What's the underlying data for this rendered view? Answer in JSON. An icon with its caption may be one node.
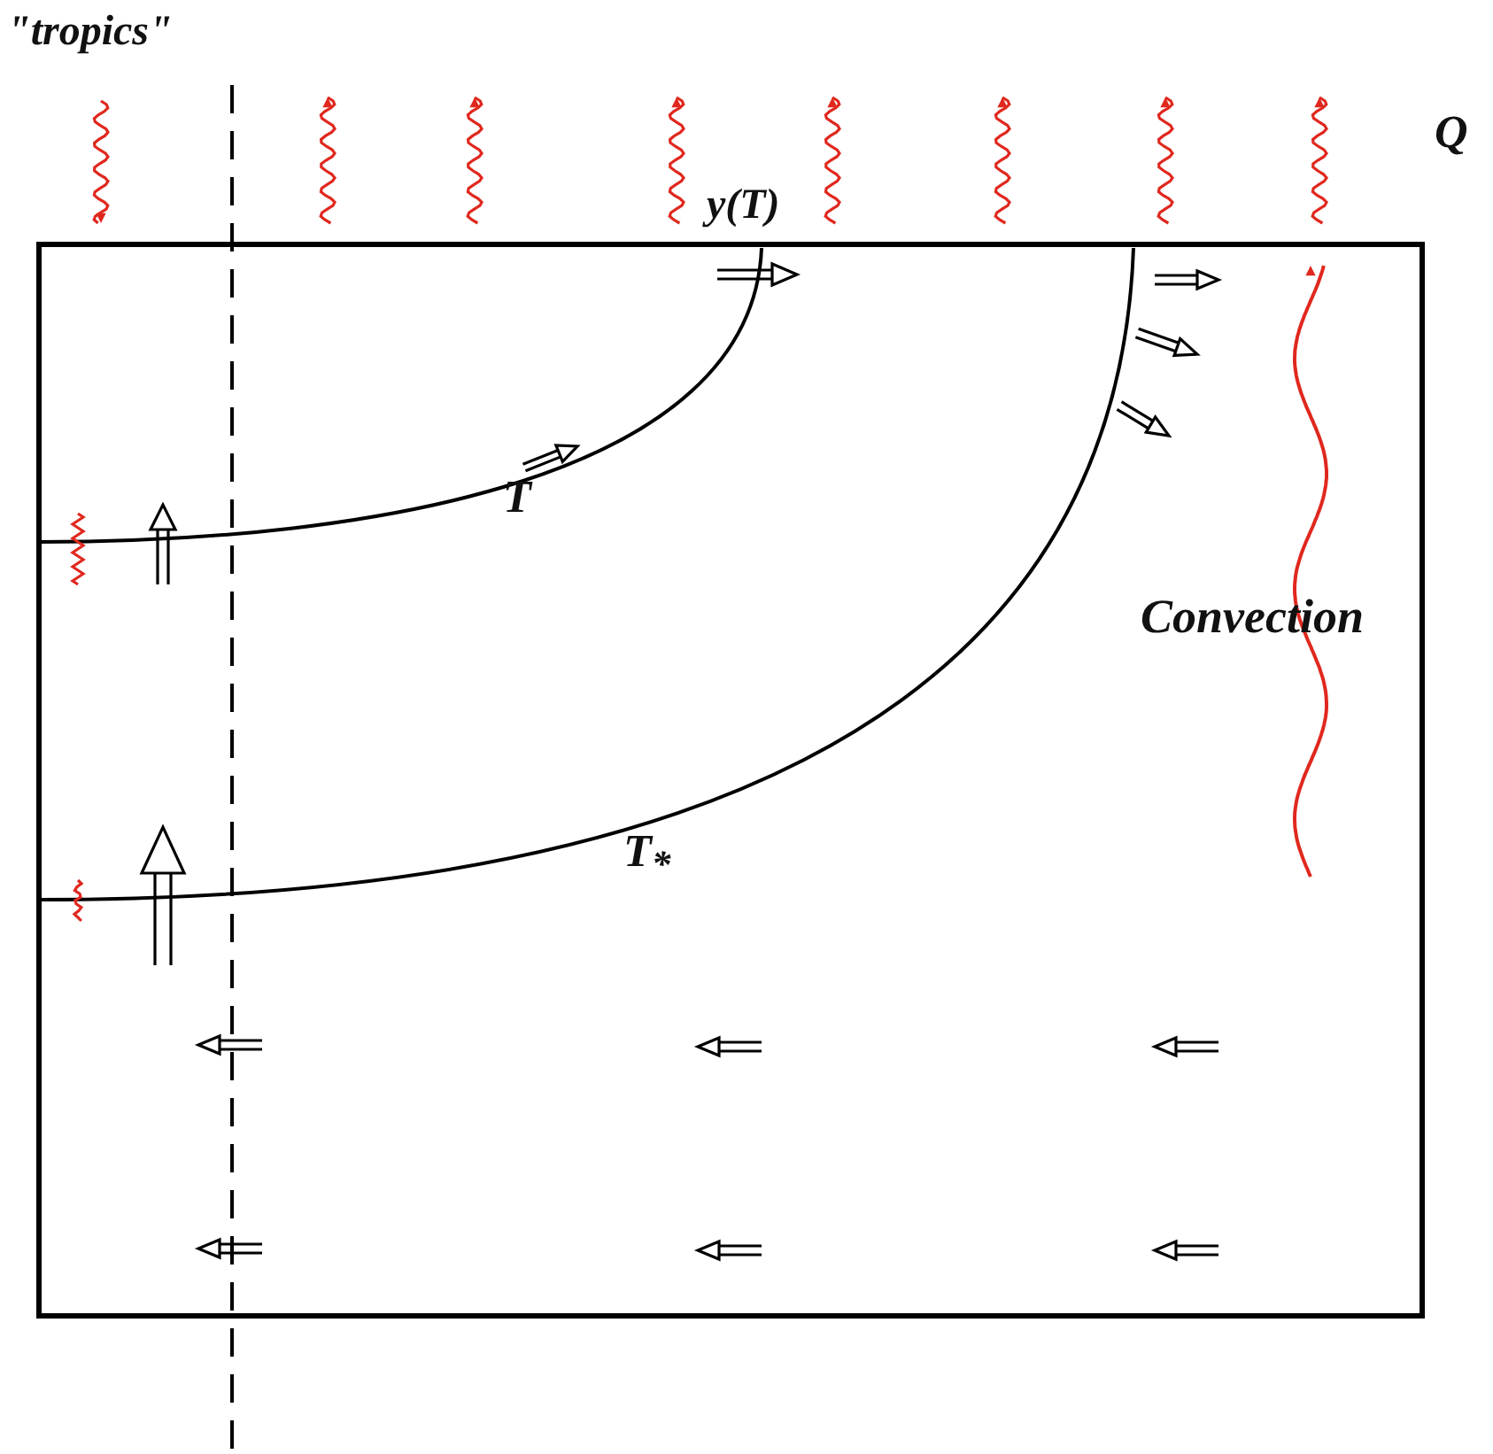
{
  "diagram": {
    "labels": [
      "\"tropics\"",
      "Q",
      "y(T)",
      "T",
      "T$_{*}$",
      "Convection"
    ]
  }
}
